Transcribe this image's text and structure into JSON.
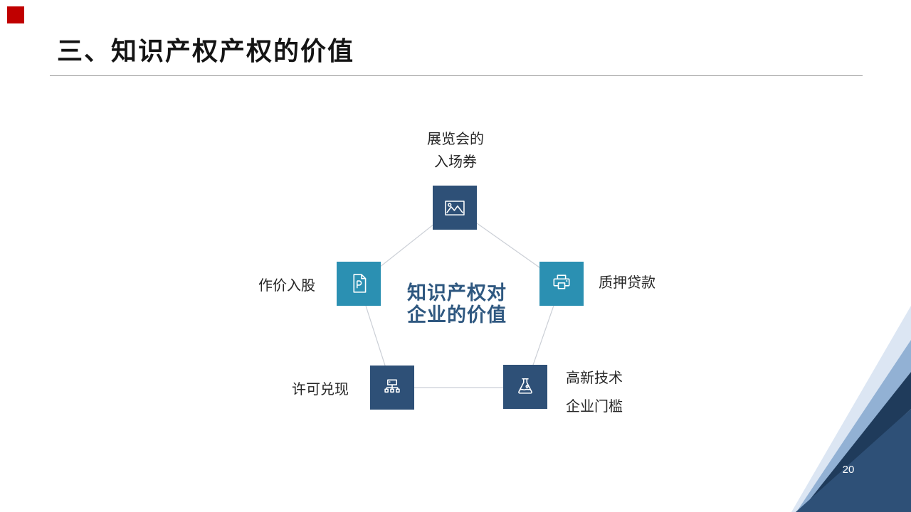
{
  "title": {
    "text": "三、知识产权产权的价值"
  },
  "footer": {
    "page_number": "20"
  },
  "diagram": {
    "center_title": {
      "line1": "知识产权对",
      "line2": "企业的价值"
    },
    "nodes": {
      "exhibition": {
        "label_line1": "展览会的",
        "label_line2": "入场券",
        "icon": "picture-icon"
      },
      "equity": {
        "label": "作价入股",
        "icon": "document-p-icon"
      },
      "loan": {
        "label": "质押贷款",
        "icon": "printer-icon"
      },
      "license": {
        "label": "许可兑现",
        "icon": "org-chart-icon"
      },
      "hightech": {
        "label_line1": "高新技术",
        "label_line2": "企业门槛",
        "icon": "flask-icon"
      }
    }
  },
  "colors": {
    "accent_red": "#C00000",
    "node_dark_blue": "#2E5077",
    "node_teal": "#2B90B2",
    "center_text_blue": "#2F5880",
    "connector_gray": "#CBCFD6",
    "title_rule_gray": "#A3A3A3",
    "corner_light_blue": "#DCE6F3",
    "corner_medium_blue": "#92B1D4",
    "corner_navy": "#1F3B5B",
    "corner_main_blue": "#2E5077"
  }
}
